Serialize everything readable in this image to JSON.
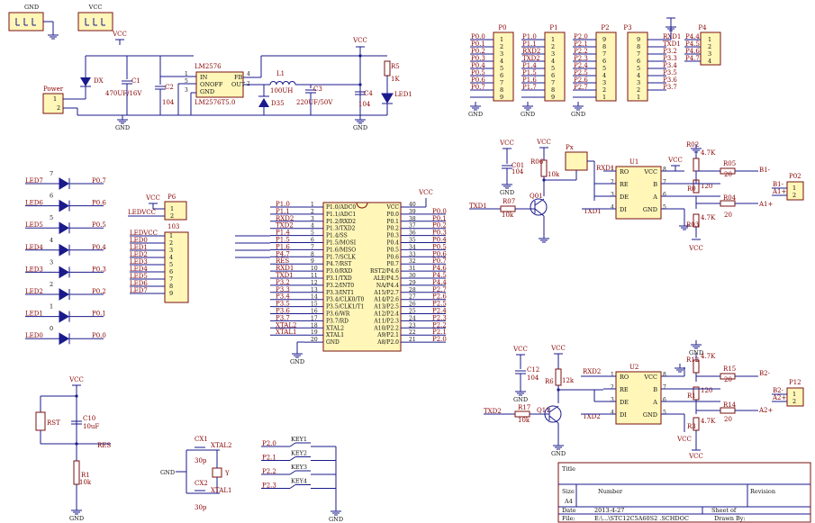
{
  "labels": {
    "gnd": "GND",
    "vcc": "VCC",
    "power": "Power",
    "lm2576": "LM2576",
    "lm2576_part": "LM2576T5.0",
    "lm_in": "IN",
    "lm_onoff": "ONOFF",
    "lm_gnd": "GND",
    "lm_fb": "FB",
    "lm_out": "OUT",
    "dx": "DX",
    "c1": "C1",
    "c1_val": "470UF/16V",
    "c2": "C2",
    "c2_val": "104",
    "l1": "L1",
    "l1_val": "100UH",
    "d35": "D35",
    "c3": "C3",
    "c3_val": "220UF/50V",
    "c4": "C4",
    "c4_val": "104",
    "r5": "R5",
    "r5_val": "1K",
    "led1": "LED1",
    "p0": "P0",
    "p1": "P1",
    "p2": "P2",
    "p3": "P3",
    "p4": "P4",
    "p0_nets": [
      "P0.0",
      "P0.1",
      "P0.2",
      "P0.3",
      "P0.4",
      "P0.5",
      "P0.6",
      "P0.7"
    ],
    "p1_nets": [
      "P1.0",
      "P1.1",
      "RXD2",
      "TXD2",
      "P1.4",
      "P1.5",
      "P1.6",
      "P1.7"
    ],
    "p2_nets": [
      "P2.0",
      "P2.1",
      "P2.2",
      "P2.3",
      "P2.4",
      "P2.5",
      "P2.6",
      "P2.7"
    ],
    "p3_nets": [
      "RXD1",
      "TXD1",
      "P3.2",
      "P3.3",
      "P3.4",
      "P3.5",
      "P3.6",
      "P3.7"
    ],
    "p4_nets": [
      "P4.4",
      "P4.5",
      "P4.6",
      "P4.7"
    ],
    "hdr_pins9": [
      "1",
      "2",
      "3",
      "4",
      "5",
      "6",
      "7",
      "8",
      "9"
    ],
    "hdr_pins9_rev": [
      "9",
      "8",
      "7",
      "6",
      "5",
      "4",
      "3",
      "2",
      "1"
    ],
    "hdr_pins4": [
      "1",
      "2",
      "3",
      "4"
    ],
    "led_nets": [
      "LED7",
      "LED6",
      "LED5",
      "LED4",
      "LED3",
      "LED2",
      "LED1",
      "LED0"
    ],
    "led_ports": [
      "P0.7",
      "P0.6",
      "P0.5",
      "P0.4",
      "P0.3",
      "P0.2",
      "P0.1",
      "P0.0"
    ],
    "led_nums": [
      "7",
      "6",
      "5",
      "4",
      "3",
      "2",
      "1",
      "0"
    ],
    "p6": "P6",
    "ledvcc": "LEDVCC",
    "r103": "103",
    "rp_nets": [
      "LEDVCC",
      "LED0",
      "LED1",
      "LED2",
      "LED3",
      "LED4",
      "LED5",
      "LED6",
      "LED7"
    ],
    "mcu_left_nets": [
      "P1.0",
      "P1.1",
      "RXD2",
      "TXD2",
      "P1.4",
      "P1.5",
      "P1.6",
      "P4.7",
      "RES",
      "RXD1",
      "TXD1",
      "P3.2",
      "P3.3",
      "P3.4",
      "P3.5",
      "P3.6",
      "P3.7",
      "XTAL2",
      "XTAL1",
      ""
    ],
    "mcu_left_pins": [
      "P1.0/ADC0",
      "P1.1/ADC1",
      "P1.2/RXD2",
      "P1.3/TXD2",
      "P1.4/SS",
      "P1.5/MOSI",
      "P1.6/MISO",
      "P1.7/SCLK",
      "P4.7/RST",
      "P3.0/RXD",
      "P3.1/TXD",
      "P3.2/INT0",
      "P3.3/INT1",
      "P3.4/CLK0/T0",
      "P3.5/CLK1/T1",
      "P3.6/WR",
      "P3.7/RD",
      "XTAL2",
      "XTAL1",
      "GND"
    ],
    "mcu_right_pins": [
      "VCC",
      "P0.0",
      "P0.1",
      "P0.2",
      "P0.3",
      "P0.4",
      "P0.5",
      "P0.6",
      "P0.7",
      "RST2/P4.6",
      "ALE/P4.5",
      "NA/P4.4",
      "A15/P2.7",
      "A14/P2.6",
      "A13/P2.5",
      "A12/P2.4",
      "A11/P2.3",
      "A10/P2.2",
      "A9/P2.1",
      "A8/P2.0"
    ],
    "mcu_right_nets": [
      "",
      "P0.0",
      "P0.1",
      "P0.2",
      "P0.3",
      "P0.4",
      "P0.5",
      "P0.6",
      "P0.7",
      "P4.6",
      "P4.5",
      "P4.4",
      "P2.7",
      "P2.6",
      "P2.5",
      "P2.4",
      "P2.3",
      "P2.2",
      "P2.1",
      "P2.0"
    ],
    "mcu_left_nums": [
      "1",
      "2",
      "3",
      "4",
      "5",
      "6",
      "7",
      "8",
      "9",
      "10",
      "11",
      "12",
      "13",
      "14",
      "15",
      "16",
      "17",
      "18",
      "19",
      "20"
    ],
    "mcu_right_nums": [
      "40",
      "39",
      "38",
      "37",
      "36",
      "35",
      "34",
      "33",
      "32",
      "31",
      "30",
      "29",
      "28",
      "27",
      "26",
      "25",
      "24",
      "23",
      "22",
      "21"
    ],
    "c01": "C01",
    "c01_val": "104",
    "r06": "R06",
    "r06_val": "10k",
    "px": "Px",
    "rxd1": "RXD1",
    "txd1": "TXD1",
    "r07": "R07",
    "r07_val": "10k",
    "q01": "Q01",
    "u1": "U1",
    "u2": "U2",
    "u_ro": "RO",
    "u_re": "RE",
    "u_de": "DE",
    "u_di": "DI",
    "u_vcc": "VCC",
    "u_b": "B",
    "u_a": "A",
    "u_gnd": "GND",
    "r02": "R02",
    "r02_val": "4.7K",
    "r0": "R0",
    "r0_val": "120",
    "r03": "R03",
    "r03_val": "4.7K",
    "r05": "R05",
    "r05_val": "20",
    "r04": "R04",
    "r04_val": "20",
    "b1m": "B1-",
    "a1p": "A1+",
    "p02": "P02",
    "b1m2": "B1-",
    "a1p2": "A1+",
    "c12": "C12",
    "c12_val": "104",
    "r6": "R6",
    "r6_val": "12k",
    "rxd2": "RXD2",
    "txd2": "TXD2",
    "r17": "R17",
    "r17_val": "10k",
    "q11": "Q11",
    "r12": "R12",
    "r12_val": "4.7K",
    "r1b": "R1",
    "r1b_val": "120",
    "r3": "R3",
    "r3_val": "4.7K",
    "r15": "R15",
    "r15_val": "20",
    "r14": "R14",
    "r14_val": "20",
    "b2m": "B2-",
    "a2p": "A2+",
    "p12": "P12",
    "b2m2": "B2-",
    "a2p2": "A2+",
    "rst": "RST",
    "c10": "C10",
    "c10_val": "10uF",
    "res": "RES",
    "r1": "R1",
    "r1_val": "10k",
    "cx1": "CX1",
    "cx1_val": "30p",
    "cx2": "CX2",
    "cx2_val": "30p",
    "xtal2": "XTAL2",
    "xtal1": "XTAL1",
    "y": "Y",
    "key_nets": [
      "P2.0",
      "P2.1",
      "P2.2",
      "P2.3"
    ],
    "keys": [
      "KEY1",
      "KEY2",
      "KEY3",
      "KEY4"
    ],
    "tb_title": "Title",
    "tb_size": "Size",
    "tb_size_val": "A4",
    "tb_number": "Number",
    "tb_revision": "Revision",
    "tb_date": "Date",
    "tb_date_val": "2013-4-27",
    "tb_sheet": "Sheet    of",
    "tb_file": "File:",
    "tb_file_val": "E:\\...\\STC12C5A60S2 .SCHDOC",
    "tb_drawn": "Drawn By:"
  }
}
